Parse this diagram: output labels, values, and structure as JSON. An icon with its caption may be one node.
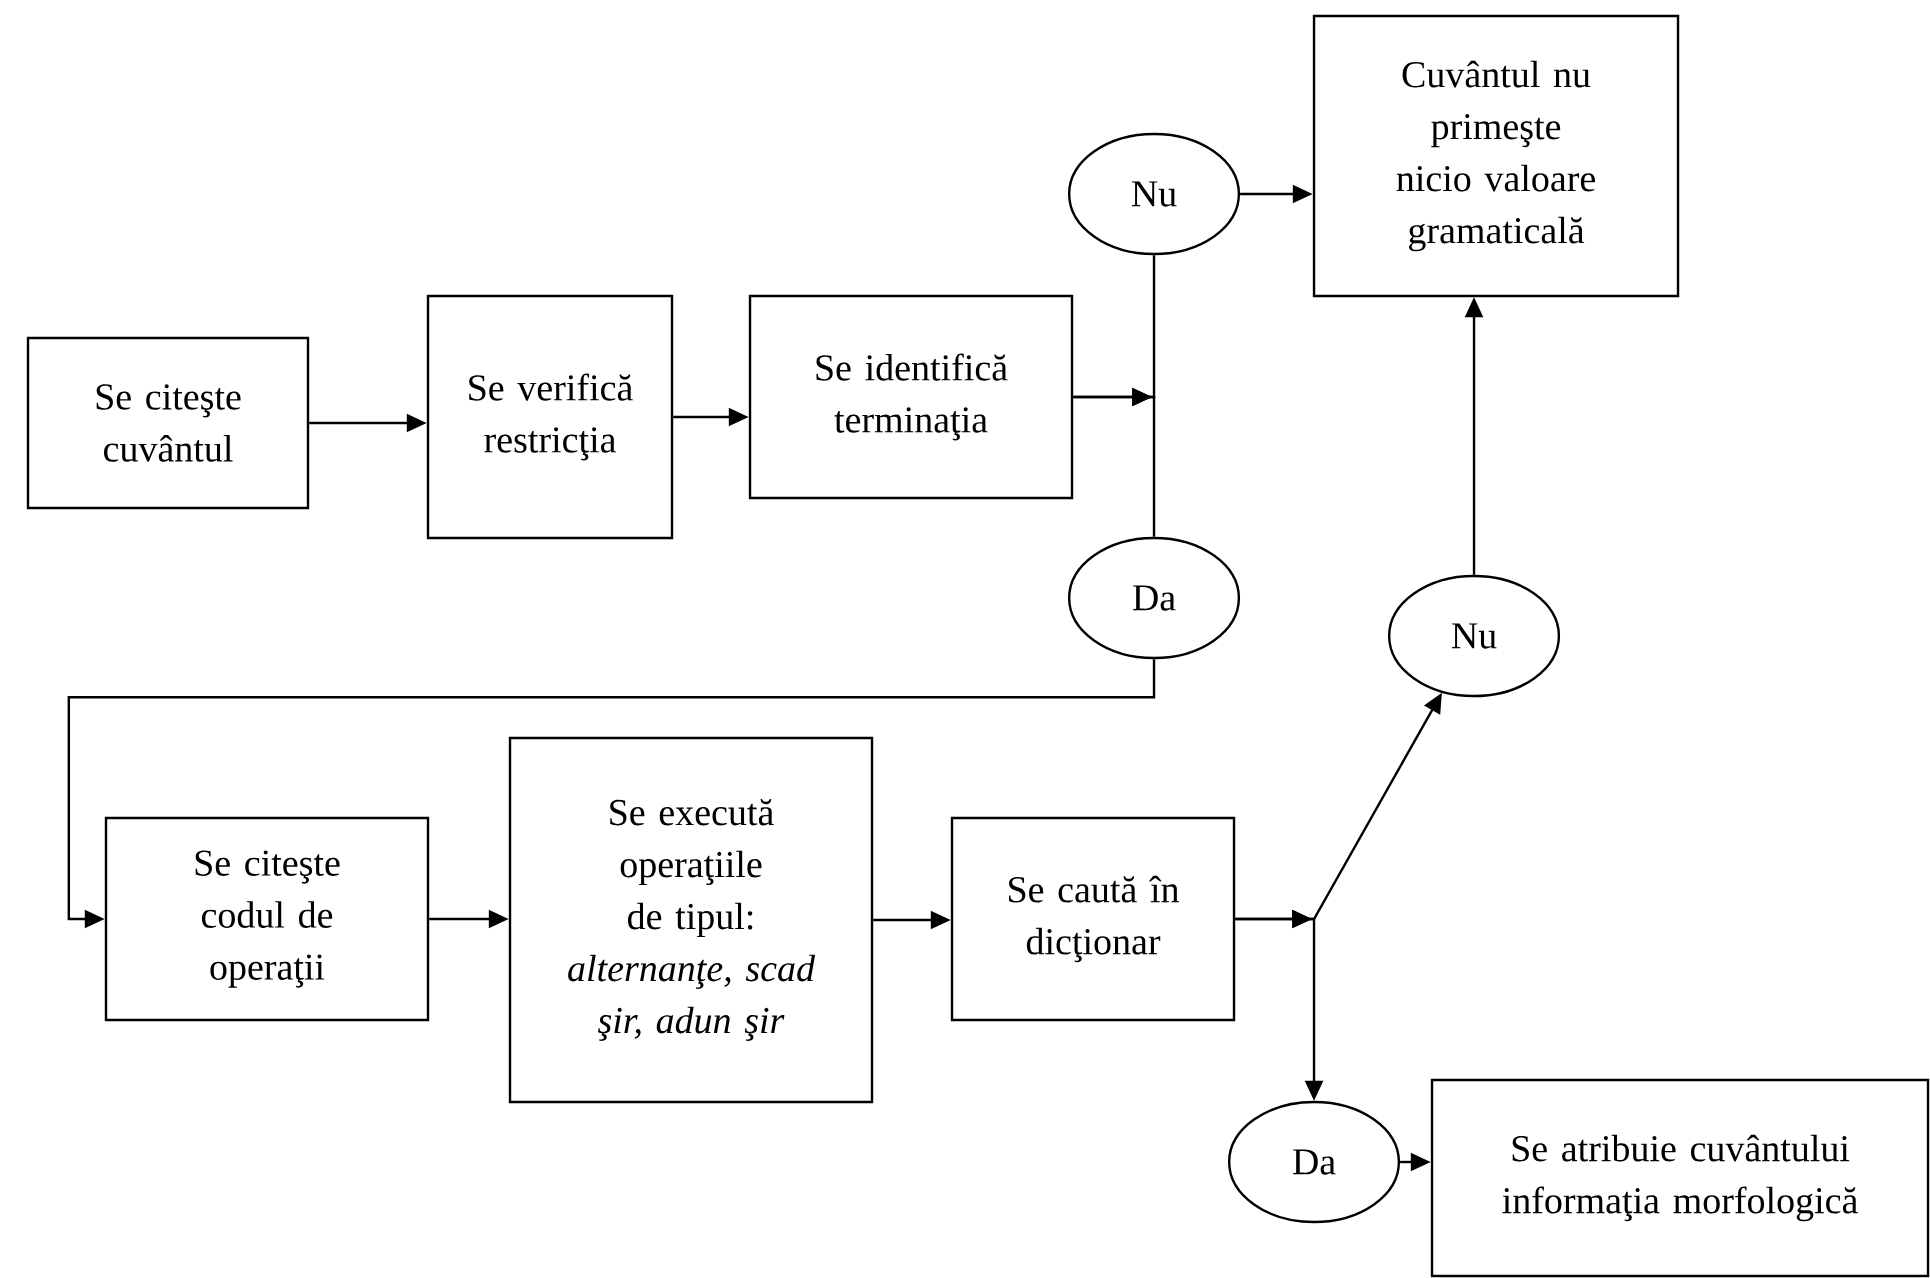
{
  "diagram": {
    "nodes": [
      {
        "text": [
          "Se citeşte cuvântul"
        ]
      },
      {
        "text": [
          "Se verifică restricţia"
        ]
      },
      {
        "text": [
          "Se identifică terminaţia"
        ]
      },
      {
        "text": [
          "Nu"
        ]
      },
      {
        "text": [
          "Cuvântul nu primeşte nicio valoare gramaticală"
        ]
      },
      {
        "text": [
          "Da"
        ]
      },
      {
        "text": [
          "Nu"
        ]
      },
      {
        "text": [
          "Se citeşte codul de operaţii"
        ]
      },
      {
        "text": [
          "Se execută operaţiile de tipul: *alternanţe, scad şir, adun şir*"
        ]
      },
      {
        "text": [
          "Se caută în dicţionar"
        ]
      },
      {
        "text": [
          "Da"
        ]
      },
      {
        "text": [
          "Se atribuie cuvântului informaţia morfologică"
        ]
      }
    ],
    "edges": [
      {
        "from": 0,
        "to": 1,
        "arrow": "to"
      },
      {
        "from": 1,
        "to": 2,
        "arrow": "to"
      },
      {
        "from": 2,
        "to": 3,
        "arrow": "to"
      },
      {
        "from": 2,
        "to": 5,
        "arrow": "to"
      },
      {
        "from": 3,
        "to": 4,
        "arrow": "to"
      },
      {
        "from": 5,
        "to": 7,
        "arrow": "to"
      },
      {
        "from": 7,
        "to": 8,
        "arrow": "to"
      },
      {
        "from": 8,
        "to": 9,
        "arrow": "to"
      },
      {
        "from": 9,
        "to": 6,
        "arrow": "to"
      },
      {
        "from": 9,
        "to": 10,
        "arrow": "to"
      },
      {
        "from": 6,
        "to": 4,
        "arrow": "to"
      },
      {
        "from": 10,
        "to": 11,
        "arrow": "to"
      }
    ]
  }
}
